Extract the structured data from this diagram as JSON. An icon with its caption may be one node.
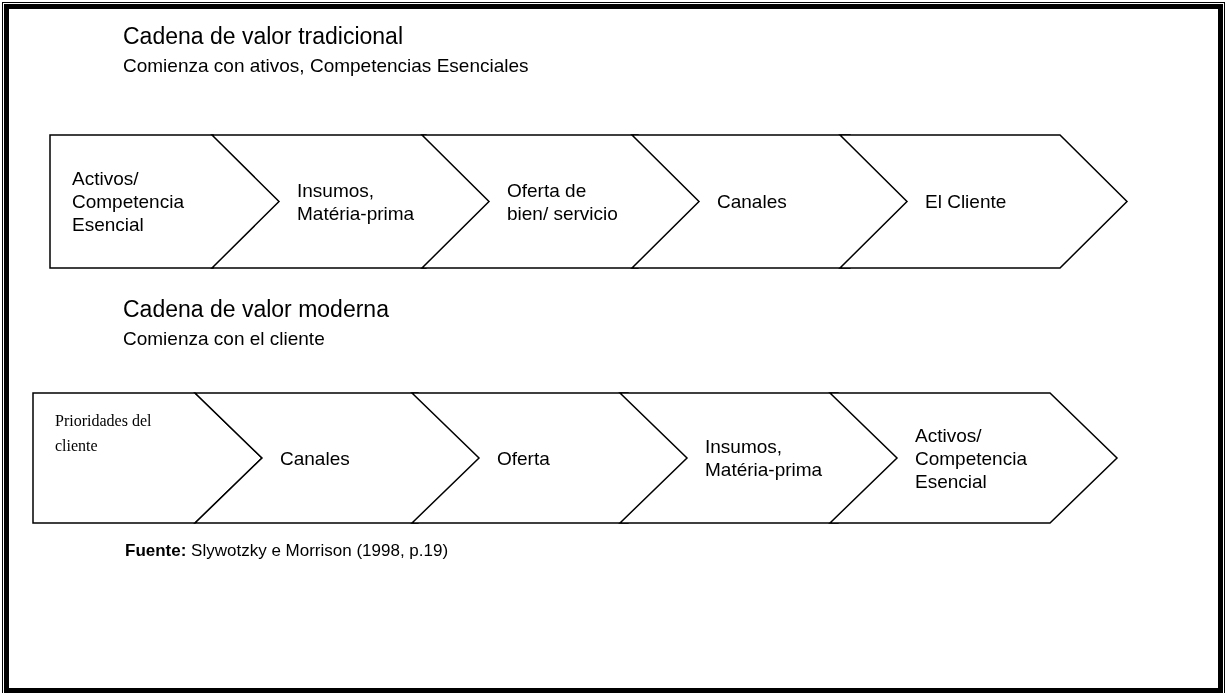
{
  "diagram": {
    "caption": "**Fuente:** Slywotzky e Morrison (1998, p.19)",
    "nodes": [
      {
        "text": [
          "Activos/ Competencia Esencial"
        ]
      },
      {
        "text": [
          "Insumos, Matéria-prima"
        ]
      },
      {
        "text": [
          "Oferta de bien/ servicio"
        ]
      },
      {
        "text": [
          "Canales"
        ]
      },
      {
        "text": [
          "El Cliente"
        ]
      },
      {
        "text": [
          "Prioridades del cliente"
        ]
      },
      {
        "text": [
          "Canales"
        ]
      },
      {
        "text": [
          "Oferta"
        ]
      },
      {
        "text": [
          "Insumos, Matéria-prima"
        ]
      },
      {
        "text": [
          "Activos/ Competencia Esencial"
        ]
      }
    ],
    "labels": [
      "Cadena de valor tradicional",
      "Comienza con ativos, Competencias Esenciales",
      "Cadena de valor moderna",
      "Comienza con el cliente"
    ]
  }
}
